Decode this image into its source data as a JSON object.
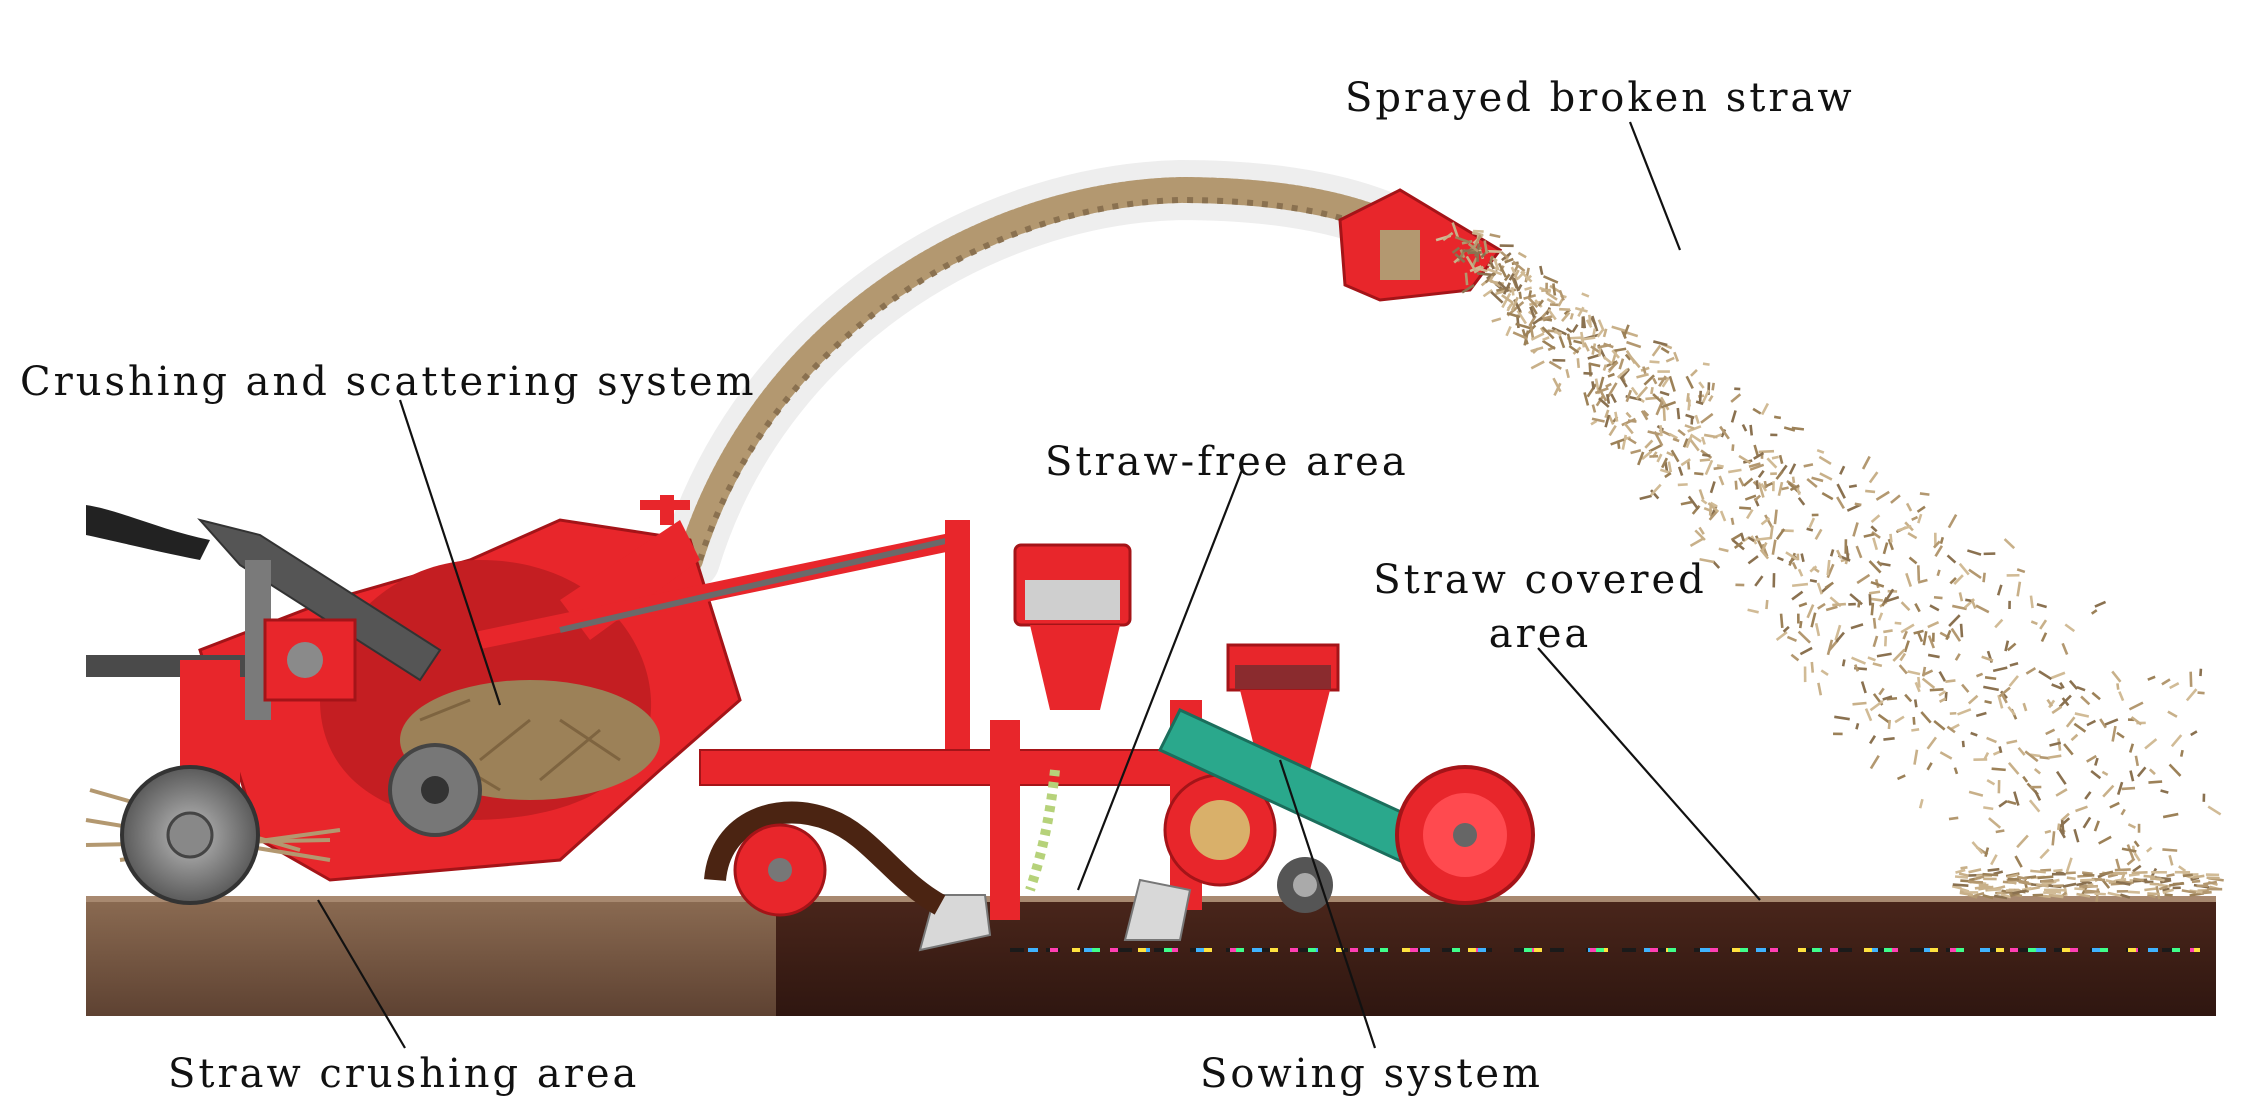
{
  "labels": {
    "sprayed": "Sprayed broken straw",
    "crushing_system": "Crushing and scattering system",
    "straw_free": "Straw-free area",
    "covered_line1": "Straw covered",
    "covered_line2": "area",
    "crushing_area": "Straw crushing area",
    "sowing": "Sowing system"
  },
  "colors": {
    "machine_red": "#e8262b",
    "dark_red": "#b0181c",
    "straw": "#b39870",
    "soil_light": "#7a5a43",
    "soil_dark": "#3c1e15",
    "belt_green": "#2aa88c",
    "steel_gray": "#7a7a7a"
  },
  "icons": [
    "tractor-hitch-icon",
    "wheel-icon",
    "seed-hopper-icon"
  ]
}
